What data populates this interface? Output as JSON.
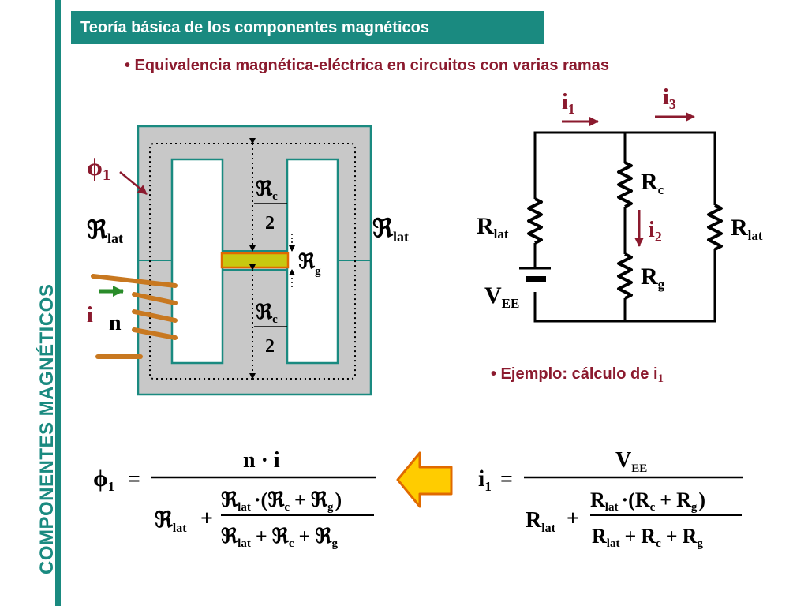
{
  "header": {
    "title": "Teoría básica de los componentes magnéticos",
    "side_title": "COMPONENTES MAGNÉTICOS"
  },
  "bullets": {
    "top": "• Equivalencia magnética-eléctrica en circuitos con varias ramas",
    "example_main": "• Ejemplo: cálculo de i",
    "example_sub": "1"
  },
  "core": {
    "flux": "ϕ",
    "flux_sub": "1",
    "reluct": "ℜ",
    "lat": "lat",
    "c": "c",
    "g": "g",
    "two": "2",
    "current": "i",
    "turns": "n"
  },
  "circuit": {
    "i": "i",
    "i1_sub": "1",
    "i2_sub": "2",
    "i3_sub": "3",
    "R": "R",
    "lat": "lat",
    "c": "c",
    "g": "g",
    "V": "V",
    "EE": "EE"
  },
  "formula_phi": {
    "lhs": "ϕ",
    "lhs_sub": "1",
    "eq": "=",
    "num": "n · i",
    "reluct": "ℜ",
    "lat": "lat",
    "c": "c",
    "g": "g",
    "plus": "+",
    "dot": "·",
    "lpar": "(",
    "rpar": ")"
  },
  "formula_i": {
    "lhs": "i",
    "lhs_sub": "1",
    "eq": "=",
    "V": "V",
    "EE": "EE",
    "R": "R",
    "lat": "lat",
    "c": "c",
    "g": "g",
    "plus": "+",
    "dot": "·",
    "lpar": "(",
    "rpar": ")"
  },
  "colors": {
    "teal": "#1a8a80",
    "maroon": "#8b1a2e",
    "core_gray": "#c8c8c8",
    "winding": "#c87820",
    "gap_fill": "#c8c810",
    "arrow_fill": "#ffcc00",
    "arrow_stroke": "#e06a00",
    "current_arrow": "#2a8c2a"
  }
}
